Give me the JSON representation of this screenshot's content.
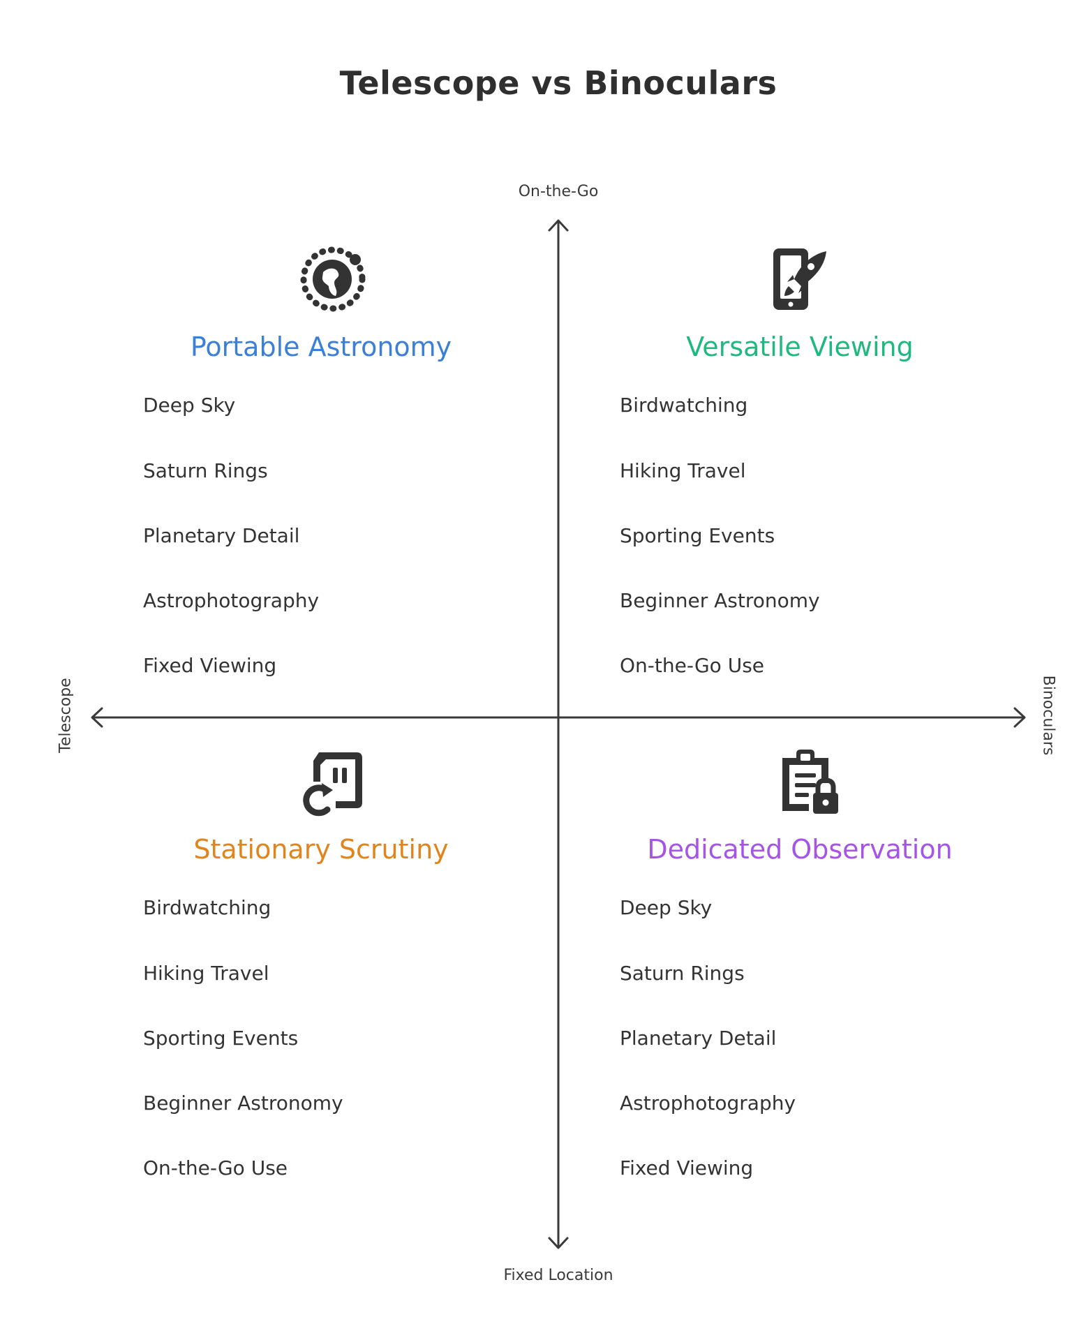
{
  "title": "Telescope vs Binoculars",
  "axes": {
    "top": "On-the-Go",
    "bottom": "Fixed Location",
    "left": "Telescope",
    "right": "Binoculars"
  },
  "quadrants": [
    {
      "title": "Portable Astronomy",
      "color": "#3b7fd6",
      "icon": "globe-icon",
      "items": [
        "Deep Sky",
        "Saturn Rings",
        "Planetary Detail",
        "Astrophotography",
        "Fixed Viewing"
      ]
    },
    {
      "title": "Versatile Viewing",
      "color": "#1fb87f",
      "icon": "mobile-rocket-icon",
      "items": [
        "Birdwatching",
        "Hiking Travel",
        "Sporting Events",
        "Beginner Astronomy",
        "On-the-Go Use"
      ]
    },
    {
      "title": "Stationary Scrutiny",
      "color": "#e0851e",
      "icon": "sd-card-refresh-icon",
      "items": [
        "Birdwatching",
        "Hiking Travel",
        "Sporting Events",
        "Beginner Astronomy",
        "On-the-Go Use"
      ]
    },
    {
      "title": "Dedicated Observation",
      "color": "#a654e6",
      "icon": "clipboard-lock-icon",
      "items": [
        "Deep Sky",
        "Saturn Rings",
        "Planetary Detail",
        "Astrophotography",
        "Fixed Viewing"
      ]
    }
  ]
}
